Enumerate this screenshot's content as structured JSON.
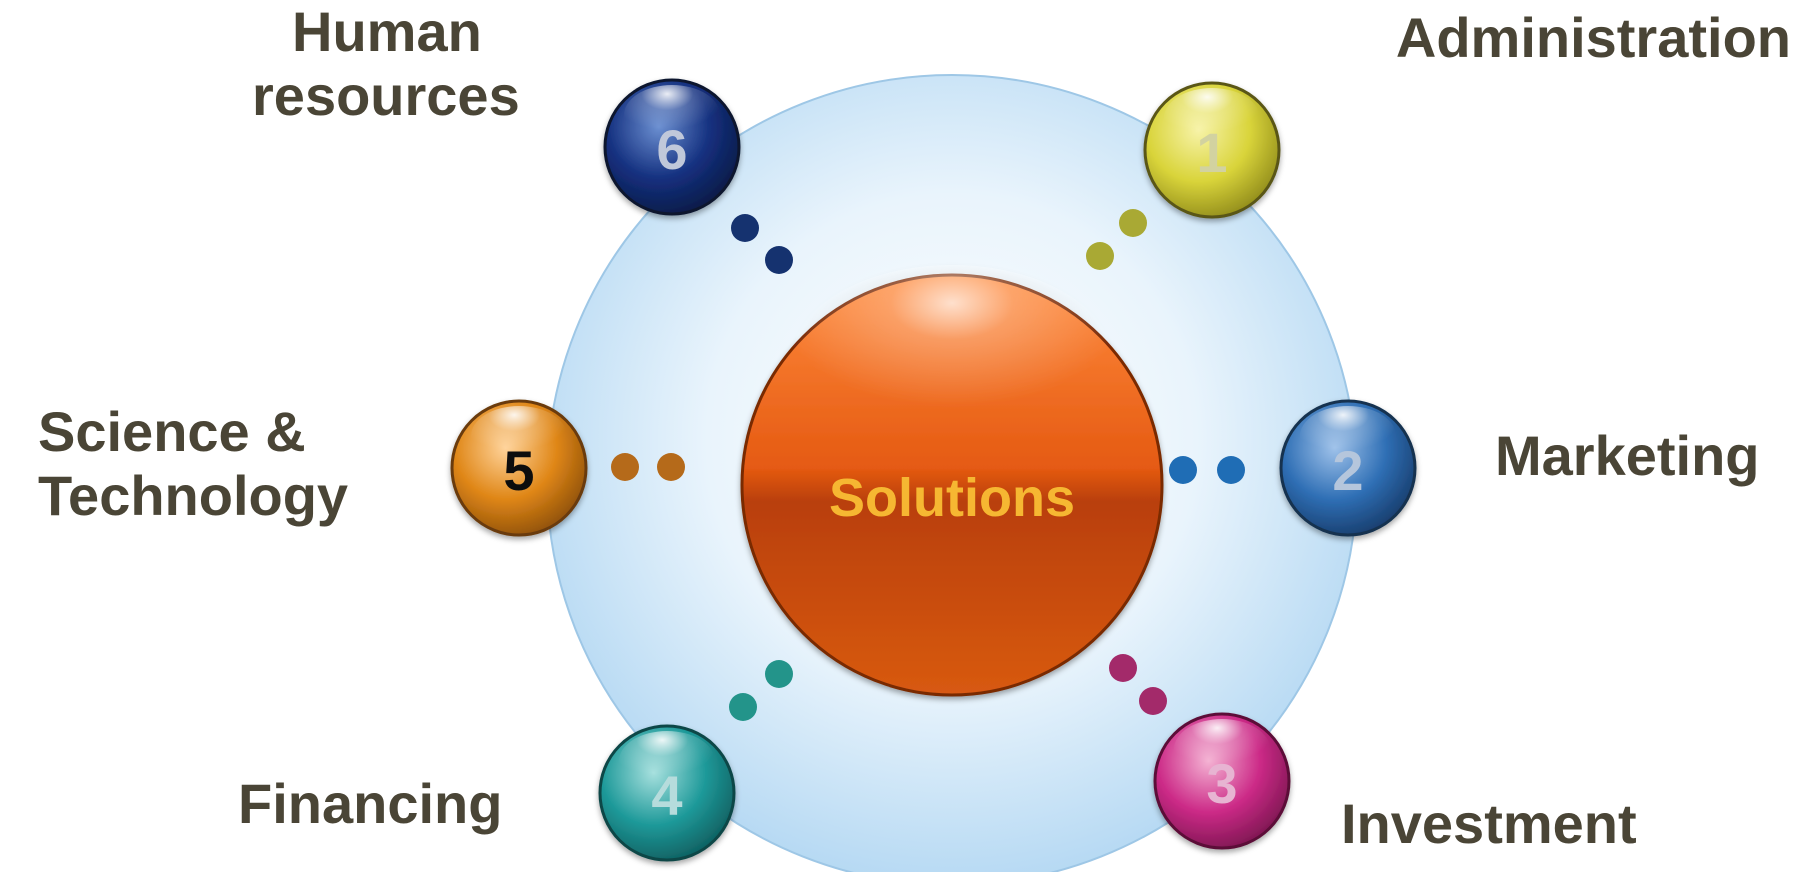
{
  "center": {
    "label": "Solutions",
    "color": "#d5500f",
    "text_color": "#f6b730"
  },
  "nodes": [
    {
      "id": 1,
      "number": "1",
      "label_lines": [
        "Administration"
      ],
      "color": "#d9d43a",
      "number_color": "#d2d2a0",
      "label_position": "top-right"
    },
    {
      "id": 2,
      "number": "2",
      "label_lines": [
        "Marketing"
      ],
      "color": "#2f6fb5",
      "number_color": "#b5c6dc",
      "label_position": "right"
    },
    {
      "id": 3,
      "number": "3",
      "label_lines": [
        "Investment"
      ],
      "color": "#cc2a87",
      "number_color": "#e7b4d2",
      "label_position": "bottom-right"
    },
    {
      "id": 4,
      "number": "4",
      "label_lines": [
        "Financing"
      ],
      "color": "#1f9a9a",
      "number_color": "#b6dcdc",
      "label_position": "bottom-left"
    },
    {
      "id": 5,
      "number": "5",
      "label_lines": [
        "Science &",
        "Technology"
      ],
      "color": "#df8616",
      "number_color": "#111111",
      "label_position": "left"
    },
    {
      "id": 6,
      "number": "6",
      "label_lines": [
        "Human",
        "resources"
      ],
      "color": "#14307f",
      "number_color": "#c0c8da",
      "label_position": "top-left"
    }
  ],
  "dot_colors": {
    "1": "#a9a934",
    "2": "#1f6db5",
    "3": "#a32a6a",
    "4": "#23948a",
    "5": "#b56a1a",
    "6": "#15326f"
  }
}
